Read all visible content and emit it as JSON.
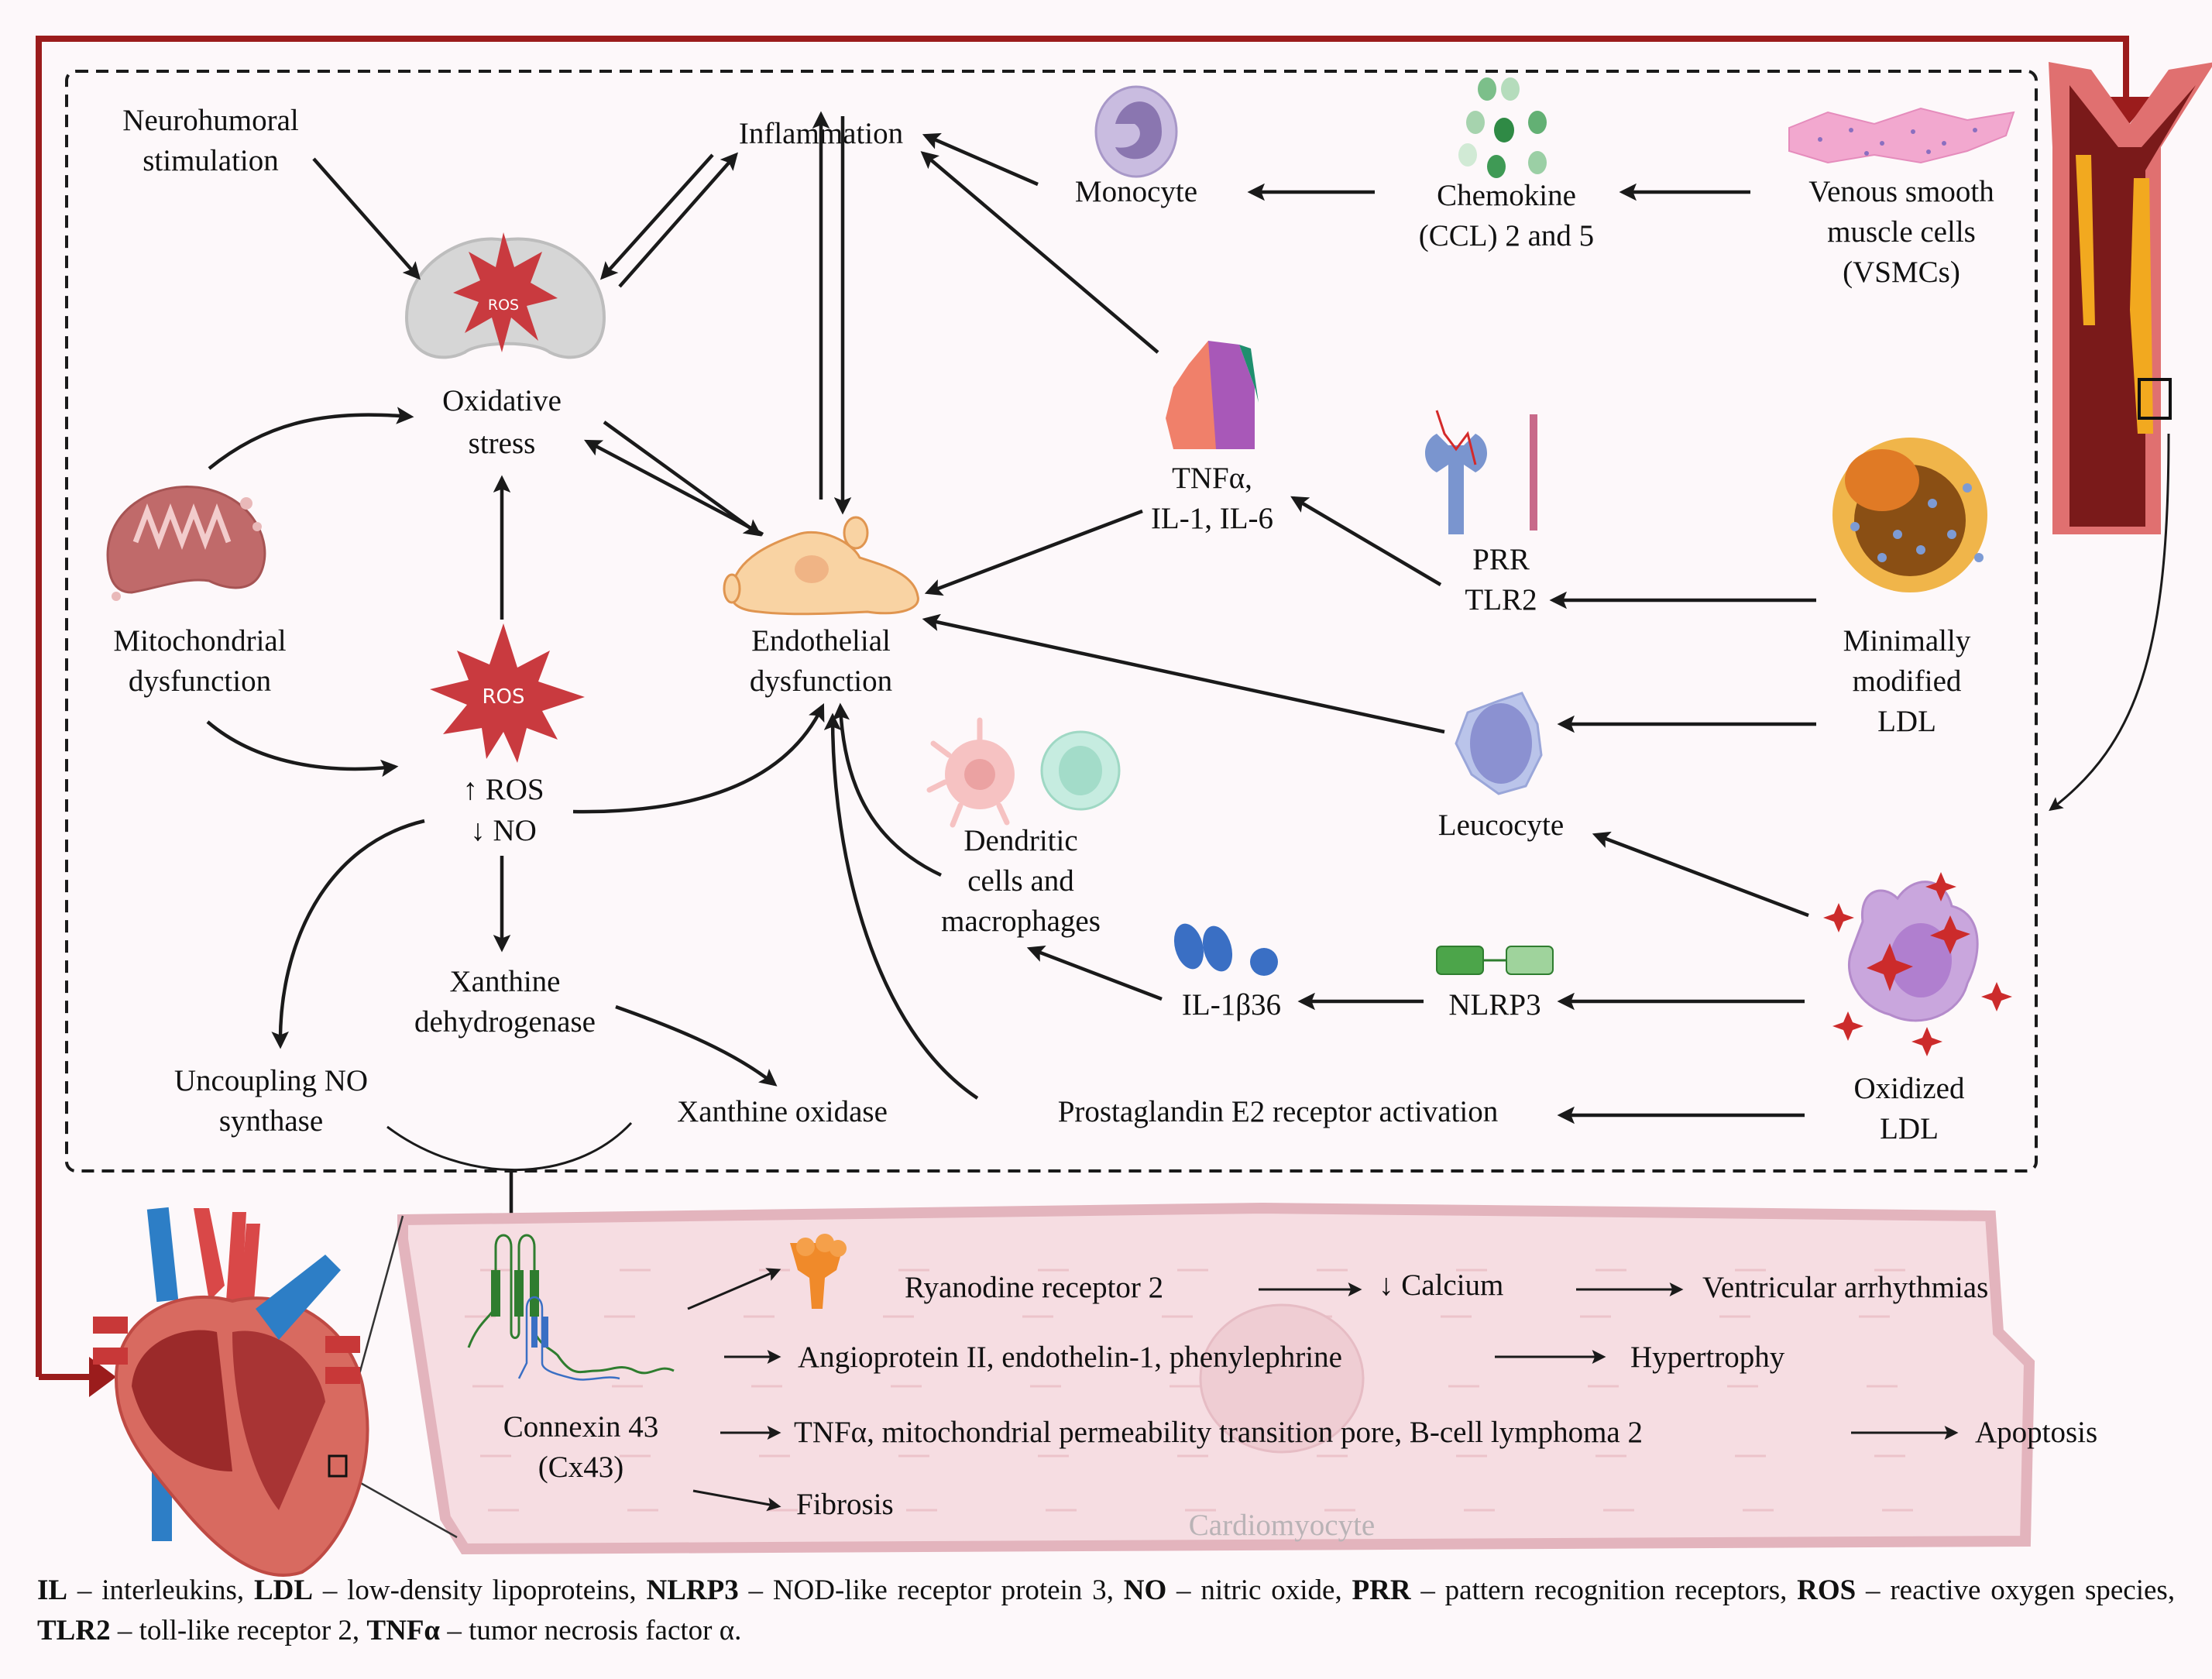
{
  "diagram": {
    "colors": {
      "background": "#fdf8fa",
      "frame_red": "#9b1c1c",
      "cardiomyocyte_fill": "#f6dde2",
      "cardiomyocyte_border": "#e3b4bd",
      "ros_red": "#c93a3f",
      "arrow": "#1a1a1a"
    },
    "nodes": {
      "neurohumoral": [
        "Neurohumoral",
        "stimulation"
      ],
      "inflammation": "Inflammation",
      "monocyte": "Monocyte",
      "chemokine": [
        "Chemokine",
        "(CCL) 2 and 5"
      ],
      "vsmc": [
        "Venous smooth",
        "muscle cells",
        "(VSMCs)"
      ],
      "oxidative_stress": [
        "Oxidative",
        "stress"
      ],
      "ros_badge": "ROS",
      "mito_ros_badge": "ROS",
      "tnf": [
        "TNFα,",
        "IL-1, IL-6"
      ],
      "prr": [
        "PRR",
        "TLR2"
      ],
      "mitochondrial": [
        "Mitochondrial",
        "dysfunction"
      ],
      "endothelial": [
        "Endothelial",
        "dysfunction"
      ],
      "mm_ldl": [
        "Minimally",
        "modified",
        "LDL"
      ],
      "ros_no": [
        "↑ ROS",
        "↓ NO"
      ],
      "leucocyte": "Leucocyte",
      "dendritic": [
        "Dendritic",
        "cells and",
        "macrophages"
      ],
      "xanthine_dh": [
        "Xanthine",
        "dehydrogenase"
      ],
      "uncoupling": [
        "Uncoupling NO",
        "synthase"
      ],
      "xanthine_ox": "Xanthine oxidase",
      "il1b": "IL-1β36",
      "nlrp3": "NLRP3",
      "ox_ldl": [
        "Oxidized",
        "LDL"
      ],
      "pge2": "Prostaglandin E2 receptor activation"
    },
    "cardio": {
      "connexin": [
        "Connexin 43",
        "(Cx43)"
      ],
      "ryanodine": "Ryanodine receptor 2",
      "calcium": "↓ Calcium",
      "arrhythmia": "Ventricular arrhythmias",
      "angio": "Angioprotein II, endothelin-1, phenylephrine",
      "hypertrophy": "Hypertrophy",
      "tnf_line": "TNFα, mitochondrial permeability transition pore, B-cell lymphoma 2",
      "apoptosis": "Apoptosis",
      "fibrosis": "Fibrosis",
      "watermark": "Cardiomyocyte"
    }
  },
  "legend": [
    {
      "abbr": "IL",
      "def": "interleukins"
    },
    {
      "abbr": "LDL",
      "def": "low-density lipoproteins"
    },
    {
      "abbr": "NLRP3",
      "def": "NOD-like receptor protein 3"
    },
    {
      "abbr": "NO",
      "def": "nitric oxide"
    },
    {
      "abbr": "PRR",
      "def": "pattern recognition receptors"
    },
    {
      "abbr": "ROS",
      "def": "reactive oxygen species"
    },
    {
      "abbr": "TLR2",
      "def": "toll-like receptor 2"
    },
    {
      "abbr": "TNFα",
      "def": "tumor necrosis factor α."
    }
  ]
}
